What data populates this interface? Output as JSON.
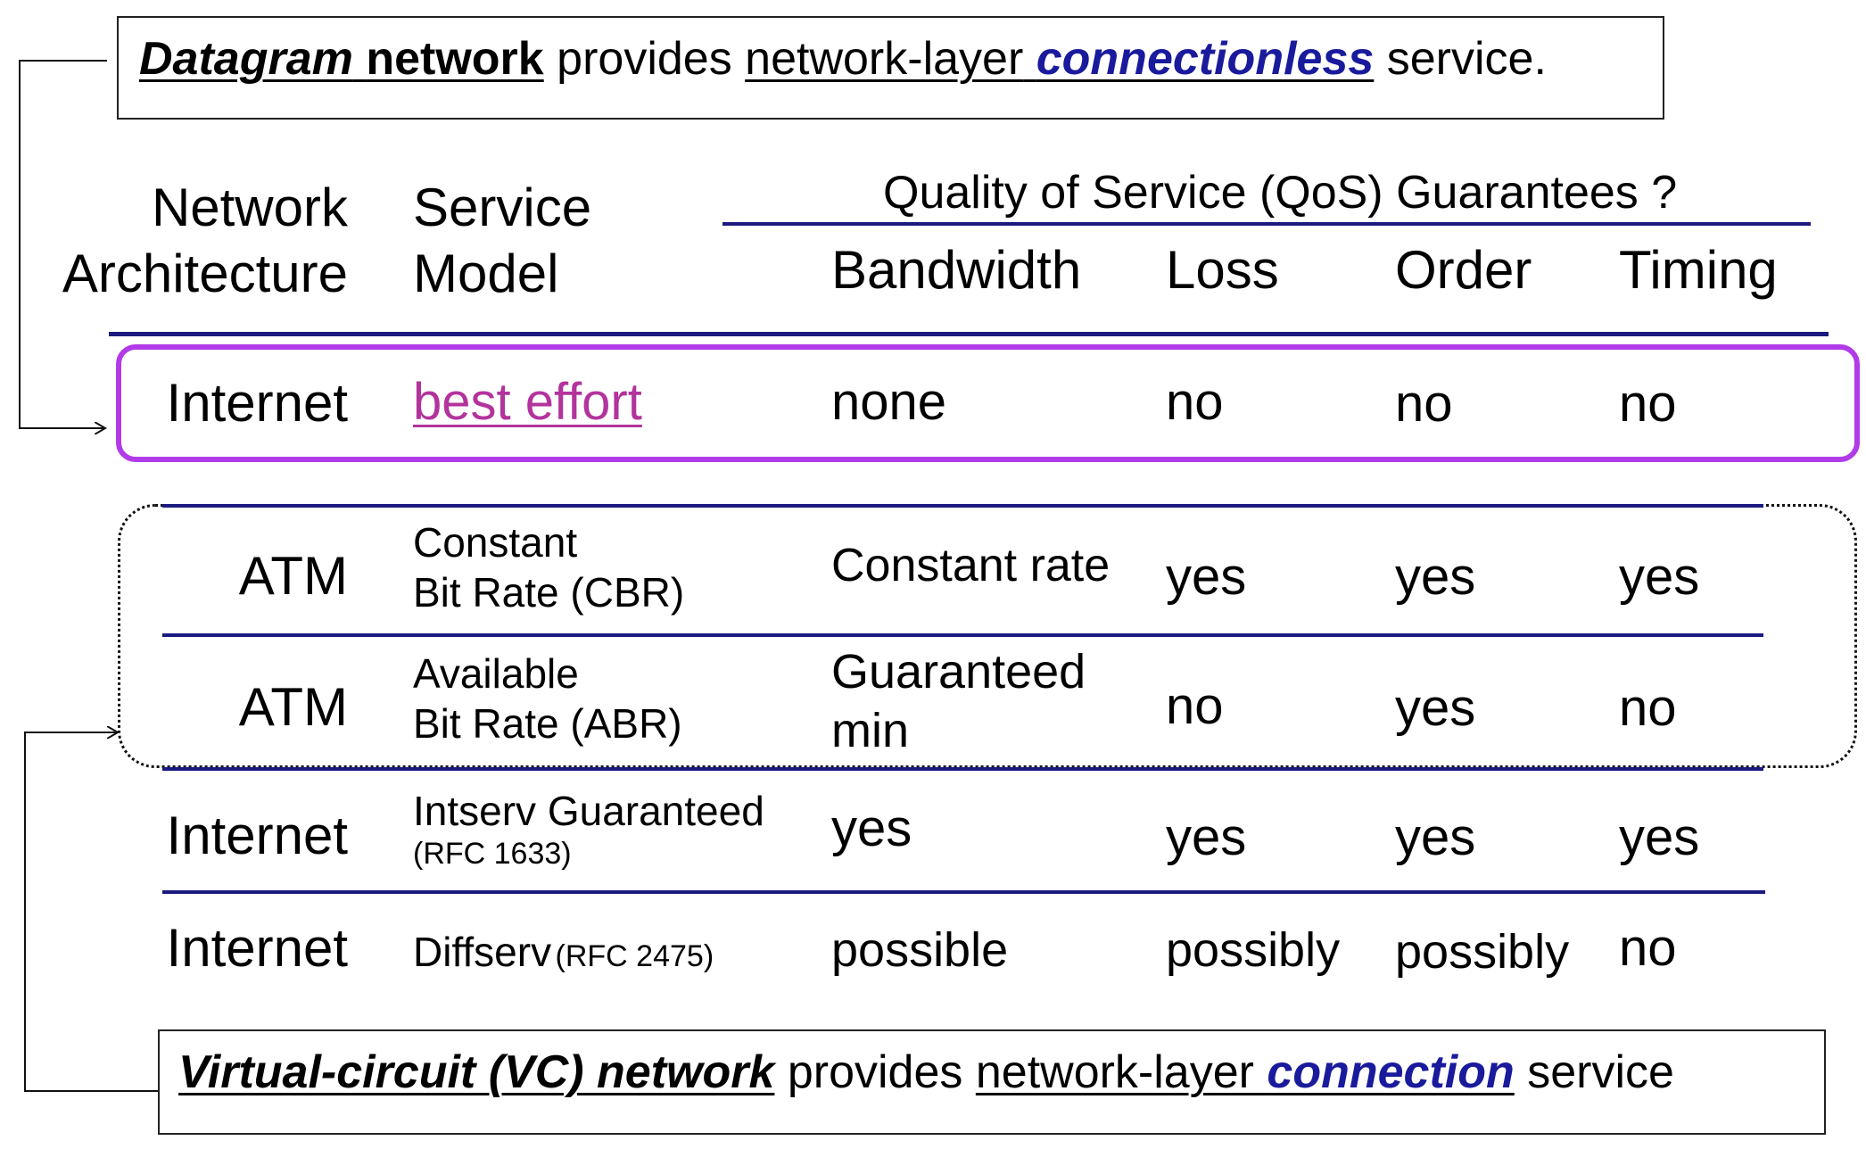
{
  "top_banner": {
    "term": "Datagram",
    "word_network": "network",
    "text_provides": "provides",
    "text_layer": "network-layer",
    "keyword": "connectionless",
    "text_end": "service."
  },
  "bottom_banner": {
    "term": "Virtual-circuit (VC) network",
    "text_provides": "provides",
    "text_layer": "network-layer",
    "keyword": "connection",
    "text_end": "service"
  },
  "headers": {
    "arch_line1": "Network",
    "arch_line2": "Architecture",
    "model_line1": "Service",
    "model_line2": "Model",
    "qos": "Quality of Service (QoS) Guarantees ?",
    "bandwidth": "Bandwidth",
    "loss": "Loss",
    "order": "Order",
    "timing": "Timing"
  },
  "rows": [
    {
      "arch": "Internet",
      "model_line1": "best effort",
      "model_line2": "",
      "bandwidth_line1": "none",
      "bandwidth_line2": "",
      "loss": "no",
      "order": "no",
      "timing": "no"
    },
    {
      "arch": "ATM",
      "model_line1": "Constant",
      "model_line2": "Bit Rate (CBR)",
      "bandwidth_line1": "Constant rate",
      "bandwidth_line2": "",
      "loss": "yes",
      "order": "yes",
      "timing": "yes"
    },
    {
      "arch": "ATM",
      "model_line1": "Available",
      "model_line2": "Bit Rate (ABR)",
      "bandwidth_line1": "Guaranteed",
      "bandwidth_line2": "min",
      "loss": "no",
      "order": "yes",
      "timing": "no"
    },
    {
      "arch": "Internet",
      "model_line1": "Intserv Guaranteed",
      "model_line2": "(RFC 1633)",
      "bandwidth_line1": "yes",
      "bandwidth_line2": "",
      "loss": "yes",
      "order": "yes",
      "timing": "yes"
    },
    {
      "arch": "Internet",
      "model_line1": "Diffserv",
      "model_line2": "(RFC 2475)",
      "bandwidth_line1": "possible",
      "bandwidth_line2": "",
      "loss": "possibly",
      "order": "possibly",
      "timing": "no"
    }
  ],
  "colors": {
    "rule": "#1a1a80",
    "keyword": "#1a1a9c",
    "highlight_box": "#b13be8",
    "best_effort_text": "#b3339c"
  }
}
